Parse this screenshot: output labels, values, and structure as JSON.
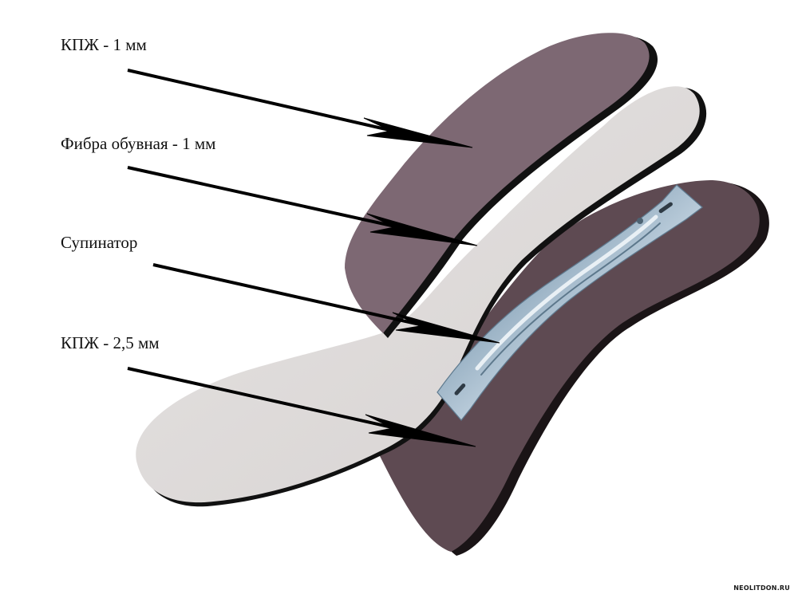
{
  "labels": {
    "layer1": "КПЖ - 1 мм",
    "layer2": "Фибра обувная - 1 мм",
    "layer3": "Супинатор",
    "layer4": "КПЖ - 2,5 мм"
  },
  "watermark": "NEOLITDON.RU",
  "colors": {
    "kpzh_top": "#7d6873",
    "fibra": "#dfdcdb",
    "kpzh_bottom": "#5e4a52",
    "supinator": "#9db3c3",
    "arrow": "#000000"
  }
}
